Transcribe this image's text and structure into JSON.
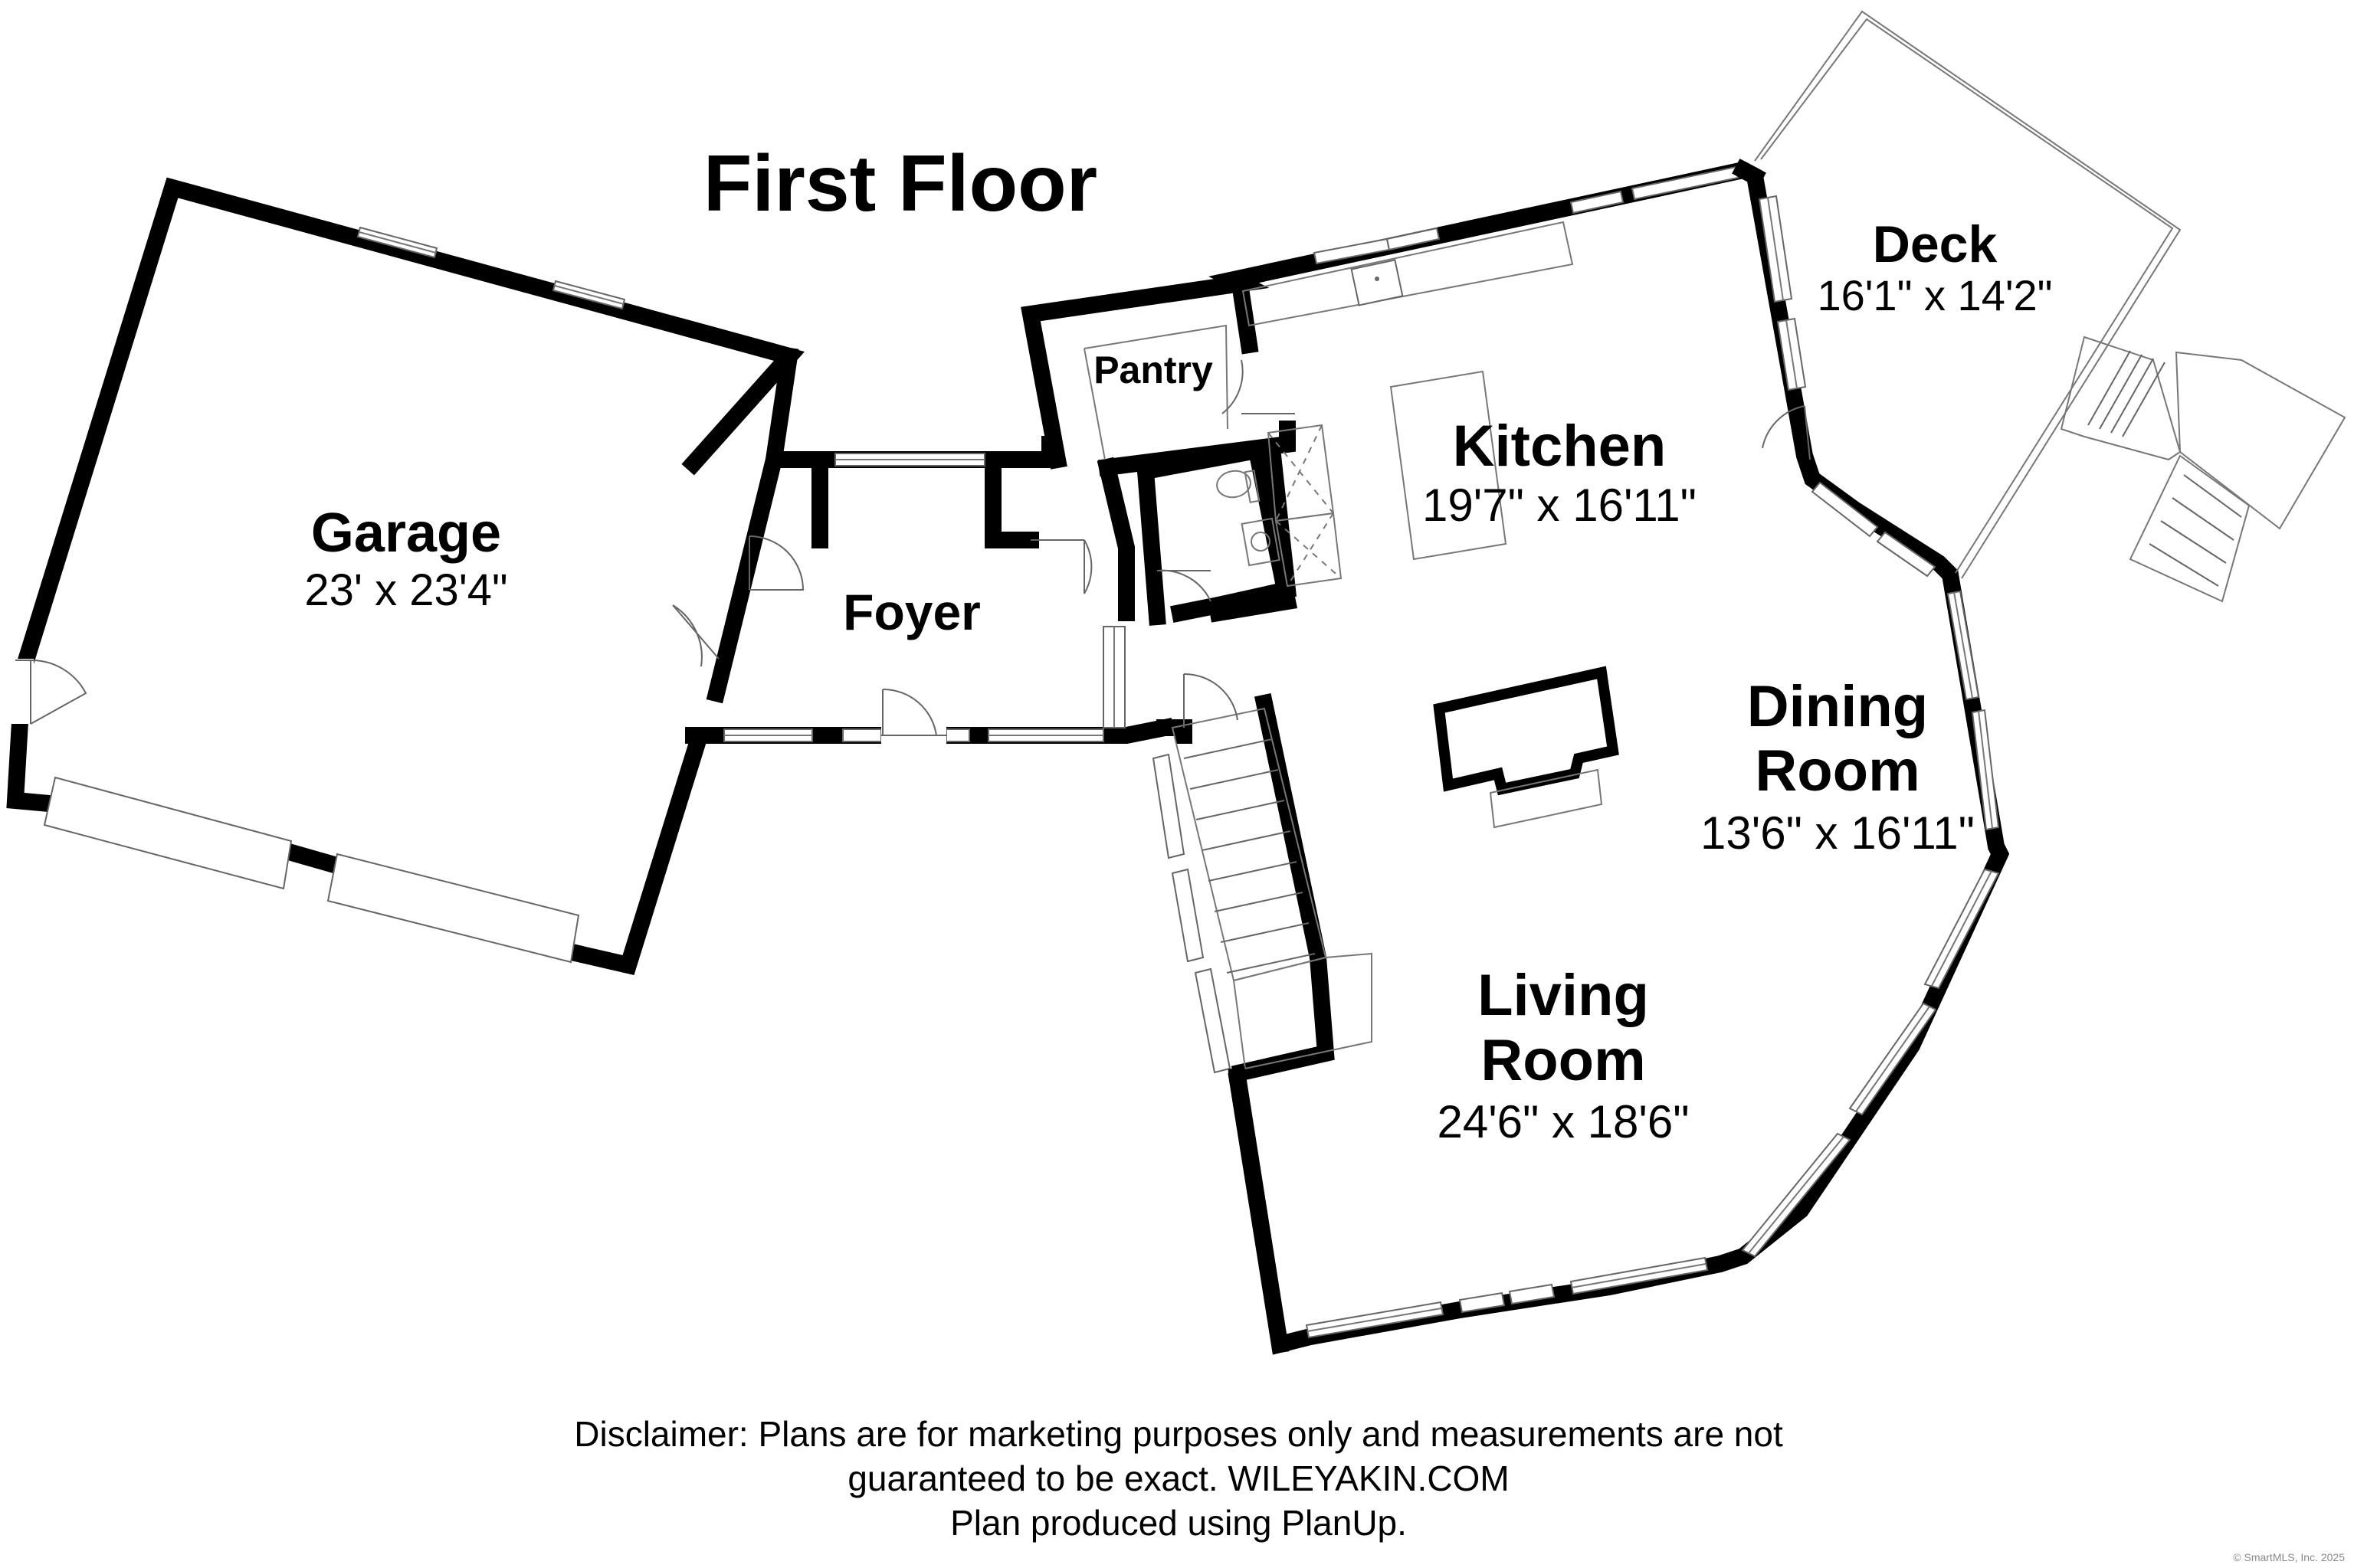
{
  "plan": {
    "title": "First Floor",
    "rooms": [
      {
        "name": "Garage",
        "dim": "23' x 23'4\""
      },
      {
        "name": "Foyer",
        "dim": ""
      },
      {
        "name": "Pantry",
        "dim": ""
      },
      {
        "name": "Kitchen",
        "dim": "19'7\" x 16'11\""
      },
      {
        "name": "Deck",
        "dim": "16'1\" x 14'2\""
      },
      {
        "name_line1": "Dining",
        "name_line2": "Room",
        "dim": "13'6\" x 16'11\""
      },
      {
        "name_line1": "Living",
        "name_line2": "Room",
        "dim": "24'6\" x 18'6\""
      }
    ],
    "disclaimer": [
      "Disclaimer: Plans are for marketing purposes only and measurements are not",
      "guaranteed to be exact. WILEYAKIN.COM",
      "Plan produced using PlanUp."
    ],
    "copyright": "© SmartMLS, Inc. 2025"
  }
}
